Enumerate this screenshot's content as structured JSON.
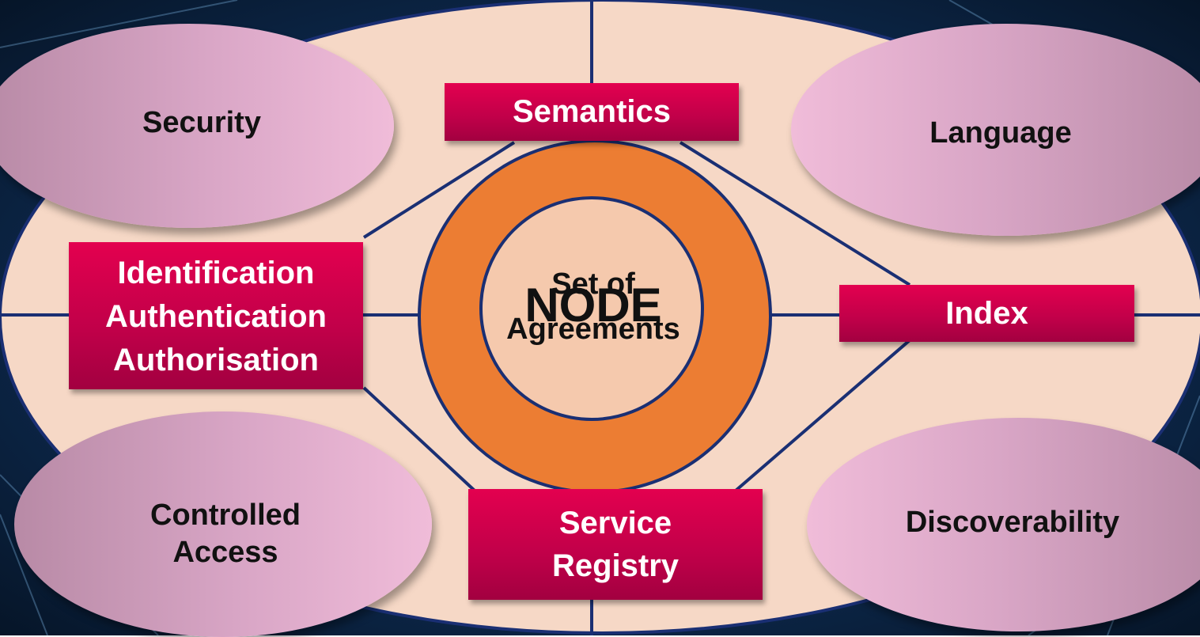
{
  "center": {
    "title": "NODE",
    "subtitle": "Set of Agreements"
  },
  "outer_labels": {
    "security": "Security",
    "language": "Language",
    "controlled_access": "Controlled Access",
    "discoverability": "Discoverability"
  },
  "boxes": {
    "semantics": "Semantics",
    "iaa_line1": "Identification",
    "iaa_line2": "Authentication",
    "iaa_line3": "Authorisation",
    "index": "Index",
    "service_registry": "Service Registry"
  },
  "colors": {
    "background": "#0f2f58",
    "outer_ellipse": "#f6d8c6",
    "outer_stroke": "#1a2f73",
    "ring": "#ec7d33",
    "inner_circle": "#f5c9ad",
    "box": "#d6004d",
    "pill": "#d9a6c6",
    "lines": "#1a2f73"
  }
}
